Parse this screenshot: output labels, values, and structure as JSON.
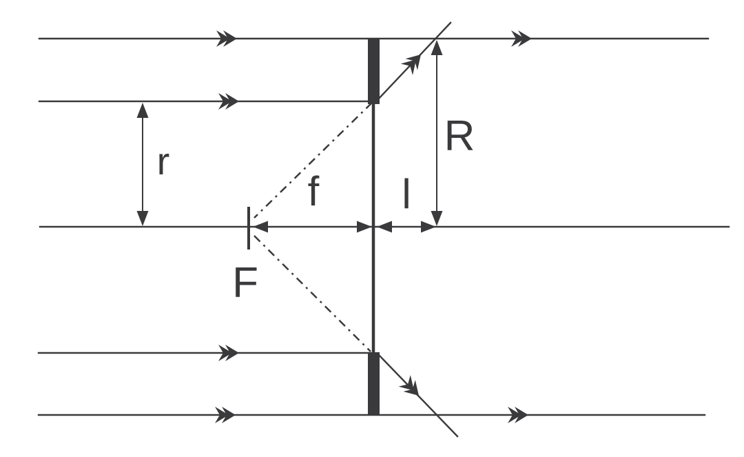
{
  "figure": {
    "type": "optics-ray-diagram",
    "description_visible_elements": "parallel rays, lens plane with opaque edge bars, focal point, dimension arrows",
    "colors": {
      "ink": "#3a3a3c",
      "background": "#ffffff"
    },
    "labels": {
      "beam_radius": "r",
      "focal_length": "f",
      "focal_point": "F",
      "spot_radius": "R",
      "axial_distance": "l"
    }
  }
}
